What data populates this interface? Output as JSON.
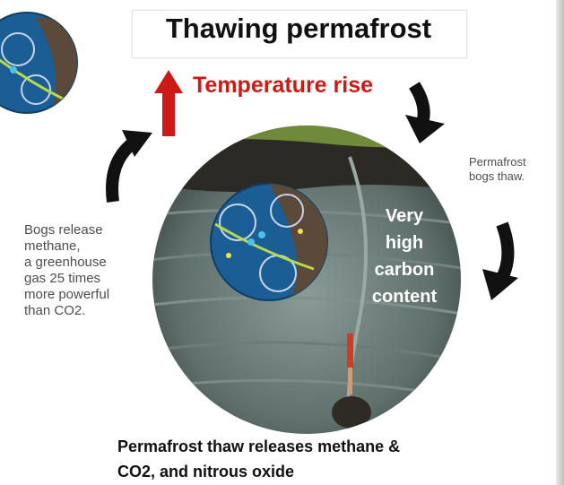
{
  "title": "Thawing permafrost",
  "temperature_label": "Temperature rise",
  "left_note": [
    "Bogs release",
    "methane,",
    "a greenhouse",
    "gas 25 times",
    "more powerful",
    "than CO2."
  ],
  "right_note": [
    "Permafrost",
    "bogs thaw."
  ],
  "center_label": [
    "Very",
    "high",
    "carbon",
    "content"
  ],
  "caption": [
    "Permafrost thaw releases methane &",
    "CO2, and nitrous oxide"
  ],
  "colors": {
    "red": "#cc1a14",
    "black_arrow": "#111111",
    "soil": "#5b4a3a",
    "molecule_blue": "#1f6fb0"
  },
  "icons": [
    "red-up-arrow-icon",
    "curved-arrow-icon",
    "molecule-icon"
  ]
}
